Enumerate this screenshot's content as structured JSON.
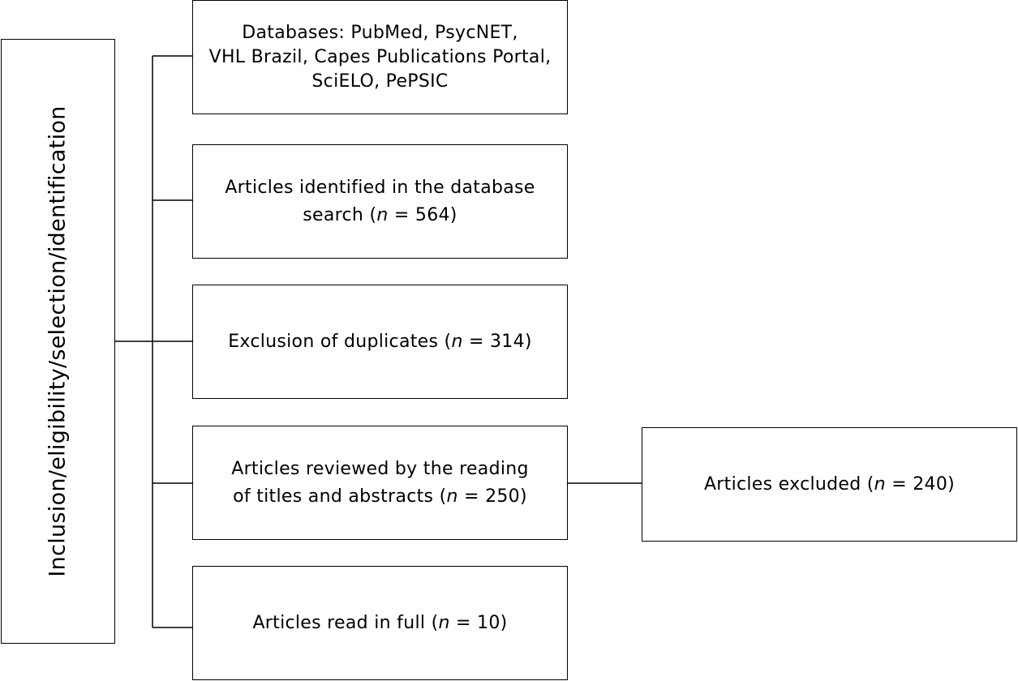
{
  "side_label": "Inclusion/eligibility/selection/identification",
  "boxes": {
    "databases": {
      "line1": "Databases: PubMed, PsycNET,",
      "line2": "VHL Brazil, Capes Publications Portal,",
      "line3": "SciELO, PePSIC"
    },
    "identified": {
      "line1": "Articles identified in the database",
      "line2_pre": "search (",
      "n": "n",
      "line2_post": " = 564)"
    },
    "duplicates": {
      "pre": "Exclusion of duplicates (",
      "n": "n",
      "post": " = 314)"
    },
    "reviewed": {
      "line1": "Articles reviewed by the reading",
      "line2_pre": "of titles and abstracts (",
      "n": "n",
      "line2_post": " = 250)"
    },
    "full_read": {
      "pre": "Articles read in full (",
      "n": "n",
      "post": " = 10)"
    },
    "excluded": {
      "pre": "Articles excluded (",
      "n": "n",
      "post": " = 240)"
    }
  }
}
